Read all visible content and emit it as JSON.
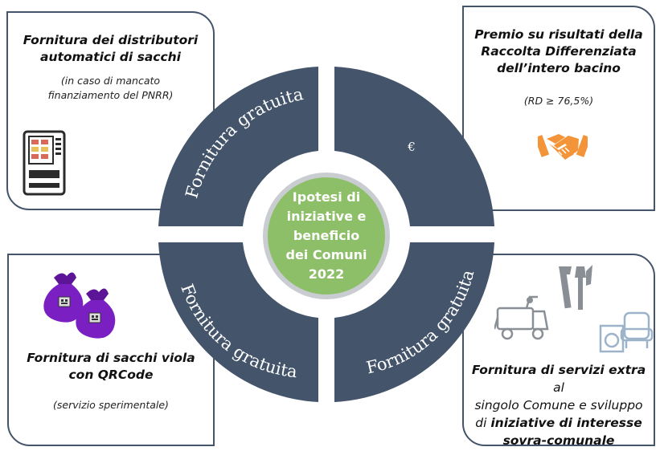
{
  "top_left": {
    "title_line1": "Fornitura dei distributori",
    "title_line2": "automatici di sacchi",
    "note_line1": "(in caso di mancato",
    "note_line2": "finanziamento del PNRR)",
    "icon": "vending-machine-icon"
  },
  "top_right": {
    "title_line1": "Premio su risultati della",
    "title_line2": "Raccolta Differenziata",
    "title_line3": "dell’intero bacino",
    "note": "(RD ≥ 76,5%)",
    "icon": "handshake-icon"
  },
  "bottom_left": {
    "title_line1": "Fornitura di sacchi viola",
    "title_line2": "con QRCode",
    "note": "(servizio sperimentale)",
    "icon": "purple-bags-icon"
  },
  "bottom_right": {
    "line1_bold": "Fornitura di servizi extra",
    "line1_rest": " al",
    "line2": "singolo Comune e sviluppo",
    "line3_pre": "di ",
    "line3_bold": "iniziative di interesse",
    "line4_bold": "sovra-comunale",
    "icons": [
      "tools-icon",
      "sweeper-vehicle-icon",
      "furniture-icon"
    ]
  },
  "ring": {
    "segment_top_left": "Fornitura gratuita",
    "segment_top_right": "€",
    "segment_bottom_left": "Fornitura gratuita",
    "segment_bottom_right": "Fornitura gratuita"
  },
  "center": {
    "line1": "Ipotesi di",
    "line2": "iniziative e",
    "line3": "beneficio",
    "line4": "dei Comuni",
    "line5": "2022"
  },
  "colors": {
    "ring": "#44546a",
    "center_fill": "#8dbf68",
    "center_border": "#c9cdd2",
    "handshake": "#f29437",
    "bag": "#7a1fc2"
  }
}
